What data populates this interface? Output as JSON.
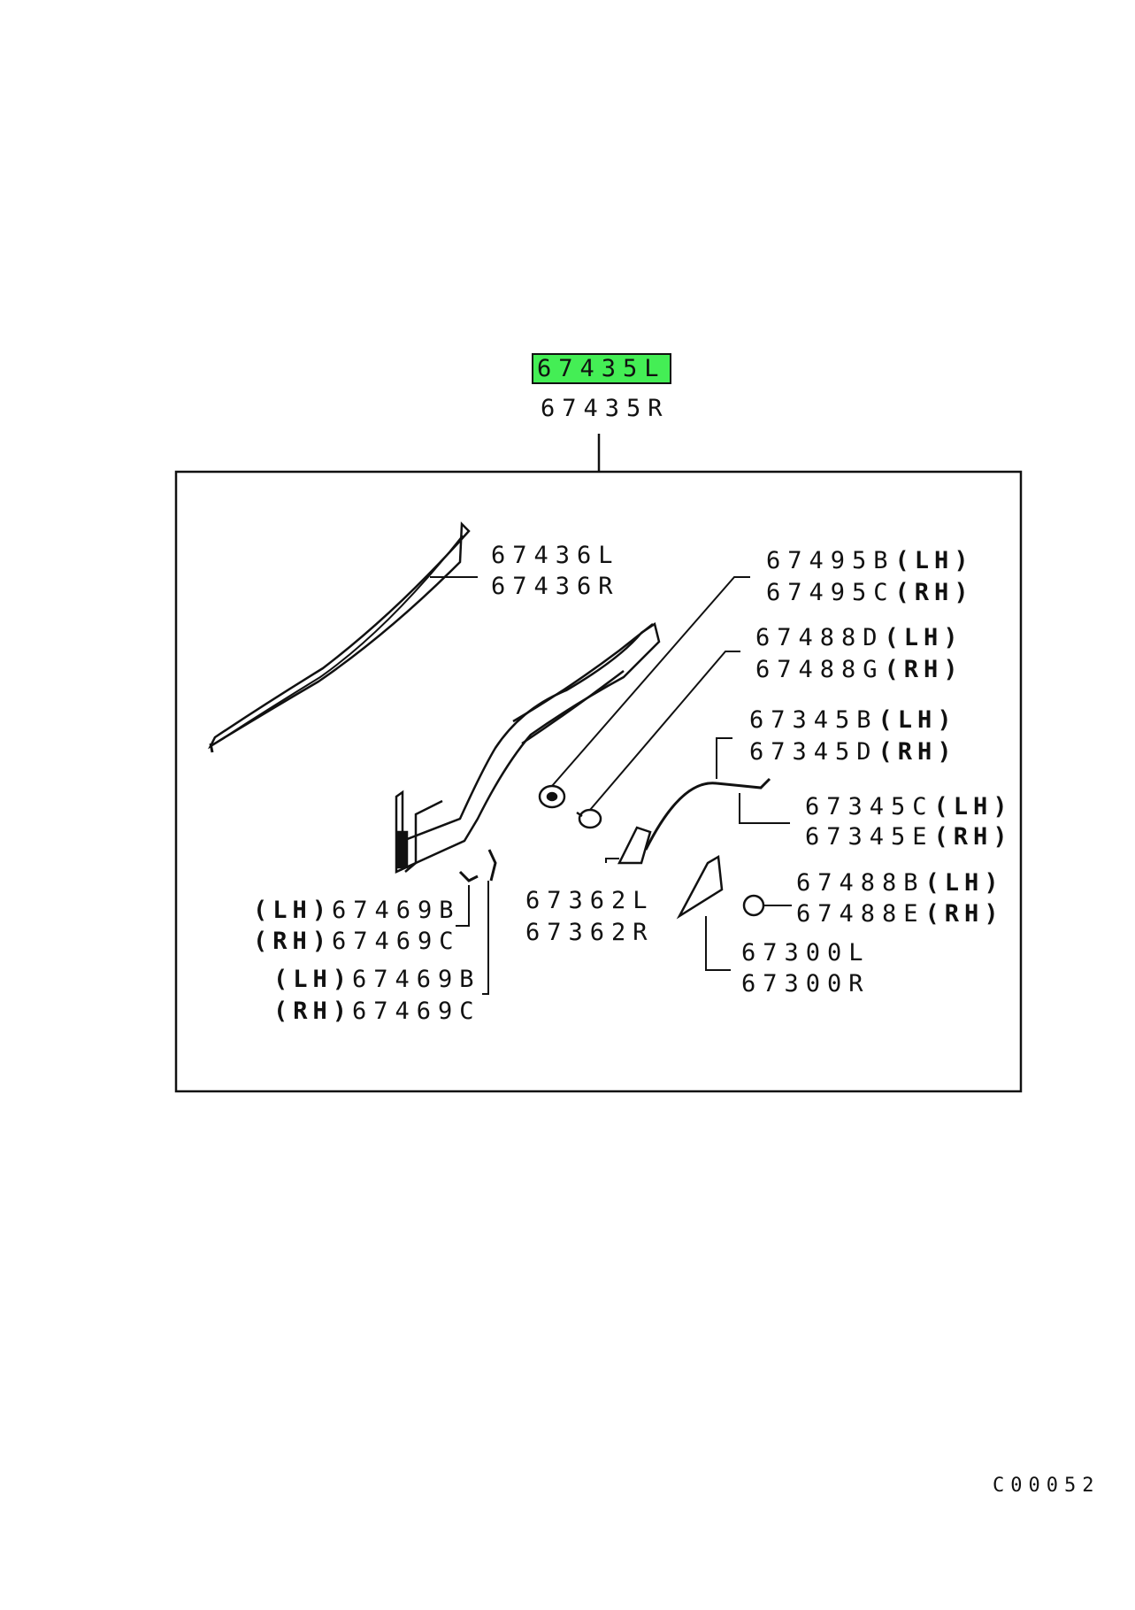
{
  "main": {
    "label_l": "67435L",
    "label_r": "67435R",
    "highlight_color": "#44ee55"
  },
  "parts": {
    "p67436": {
      "l": "67436L",
      "r": "67436R"
    },
    "p67495": {
      "lh": "67495B",
      "rh": "67495C"
    },
    "p67488d": {
      "lh": "67488D",
      "rh": "67488G"
    },
    "p67345a": {
      "lh": "67345B",
      "rh": "67345D"
    },
    "p67345c": {
      "lh": "67345C",
      "rh": "67345E"
    },
    "p67488b": {
      "lh": "67488B",
      "rh": "67488E"
    },
    "p67362": {
      "l": "67362L",
      "r": "67362R"
    },
    "p67300": {
      "l": "67300L",
      "r": "67300R"
    },
    "p67469a": {
      "lh": "67469B",
      "rh": "67469C"
    },
    "p67469b": {
      "lh": "67469B",
      "rh": "67469C"
    }
  },
  "tags": {
    "lh": "(LH)",
    "rh": "(RH)"
  },
  "diagram_code": "C00052"
}
